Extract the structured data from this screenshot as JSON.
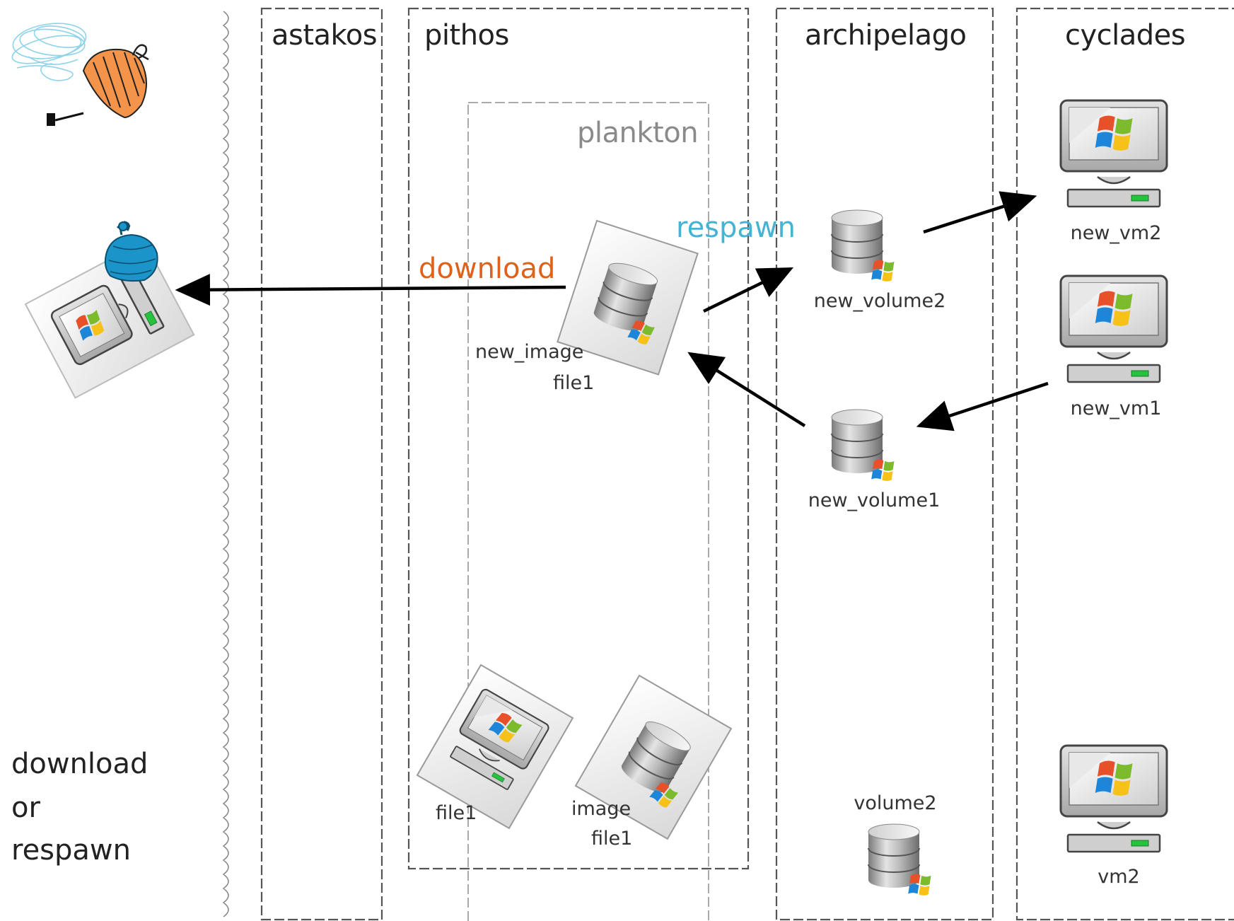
{
  "columns": {
    "astakos": "astakos",
    "pithos": "pithos",
    "plankton": "plankton",
    "archipelago": "archipelago",
    "cyclades": "cyclades"
  },
  "arrows": {
    "download": "download",
    "respawn": "respawn"
  },
  "items": {
    "new_image_line1": "new_image",
    "new_image_line2": "file1",
    "file1": "file1",
    "image_line1": "image",
    "image_line2": "file1",
    "new_volume2": "new_volume2",
    "new_volume1": "new_volume1",
    "volume2": "volume2",
    "new_vm2": "new_vm2",
    "new_vm1": "new_vm1",
    "vm2": "vm2"
  },
  "caption": {
    "line1": "download",
    "line2": "or",
    "line3": "respawn"
  },
  "colors": {
    "download": "#e0621a",
    "respawn": "#45b3d3",
    "plankton_label": "#8a8a8a",
    "hat": "#f4934a",
    "blue_hat": "#1b95c9"
  }
}
